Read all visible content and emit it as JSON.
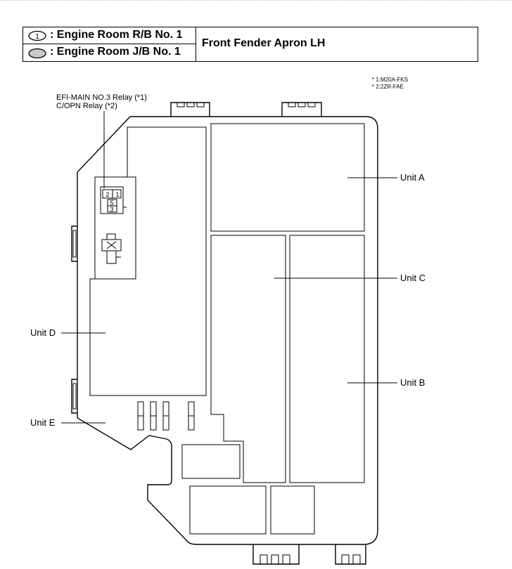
{
  "legend": {
    "rows": [
      {
        "symbol": "1",
        "label": ": Engine Room R/B No. 1"
      },
      {
        "symbol": "",
        "label": ": Engine Room J/B No. 1"
      }
    ],
    "location": "Front Fender Apron LH"
  },
  "notes": [
    "* 1:M20A-FKS",
    "* 2:2ZR-FAE"
  ],
  "relay_labels": [
    "EFI-MAIN NO.3 Relay (*1)",
    "C/OPN Relay (*2)"
  ],
  "relay_pins": {
    "pin2": "2",
    "pin1": "1",
    "pin5": "5",
    "pin3": "3"
  },
  "units": {
    "a": "Unit A",
    "b": "Unit B",
    "c": "Unit C",
    "d": "Unit D",
    "e": "Unit E"
  }
}
